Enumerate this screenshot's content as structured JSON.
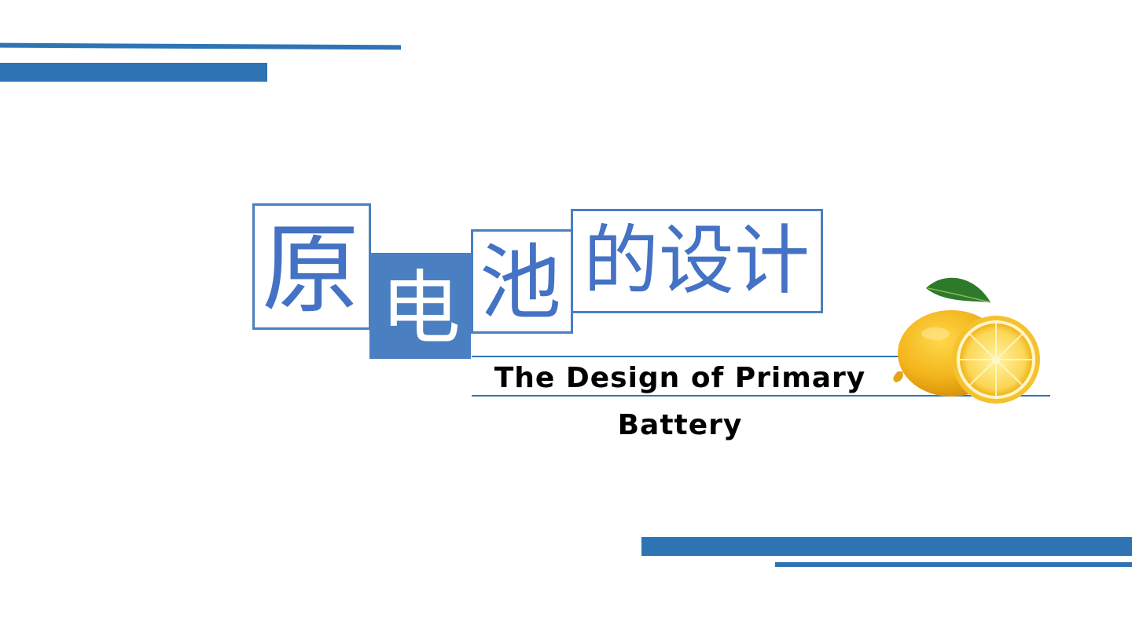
{
  "slide": {
    "title_chars": [
      "原",
      "电",
      "池",
      "的设计"
    ],
    "subtitle_line1": "The Design of Primary",
    "subtitle_line2": "Battery"
  },
  "colors": {
    "accent": "#2e74b5",
    "title_blue": "#4472c4",
    "lemon": "#f4c430"
  },
  "icons": {
    "lemon": "lemon-image"
  }
}
